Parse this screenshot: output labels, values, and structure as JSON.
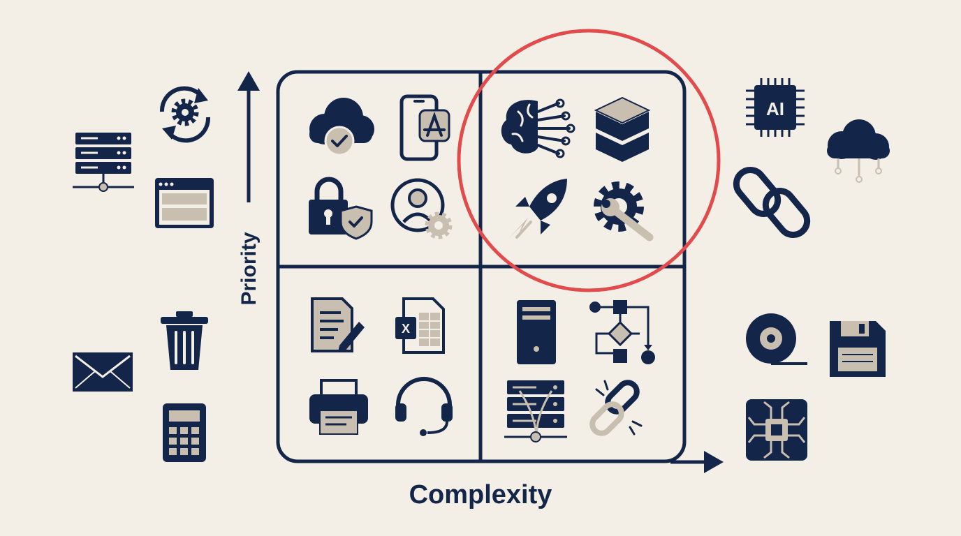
{
  "axes": {
    "x_label": "Complexity",
    "y_label": "Priority"
  },
  "colors": {
    "navy": "#14254a",
    "beige": "#c9bfb0",
    "background": "#f3efe6",
    "highlight": "#e14b4b"
  },
  "quadrants": {
    "top_left": [
      "cloud-check-icon",
      "mobile-app-store-icon",
      "padlock-shield-icon",
      "user-settings-icon"
    ],
    "top_right": [
      "ai-brain-icon",
      "layers-icon",
      "rocket-icon",
      "gear-wrench-icon"
    ],
    "bottom_left": [
      "document-edit-icon",
      "excel-file-icon",
      "printer-icon",
      "headset-icon"
    ],
    "bottom_right": [
      "server-tower-icon",
      "flowchart-icon",
      "server-rack-network-icon",
      "broken-link-icon"
    ]
  },
  "highlight": {
    "quadrant": "top_right"
  },
  "outside_icons": {
    "left": [
      "sync-gear-icon",
      "server-stack-icon",
      "browser-window-icon",
      "trash-icon",
      "envelope-icon",
      "calculator-icon"
    ],
    "right": [
      "ai-chip-icon",
      "cloud-network-icon",
      "chain-link-icon",
      "optical-disc-icon",
      "floppy-disk-icon",
      "circuit-board-icon"
    ]
  },
  "ai_chip_text": "AI"
}
